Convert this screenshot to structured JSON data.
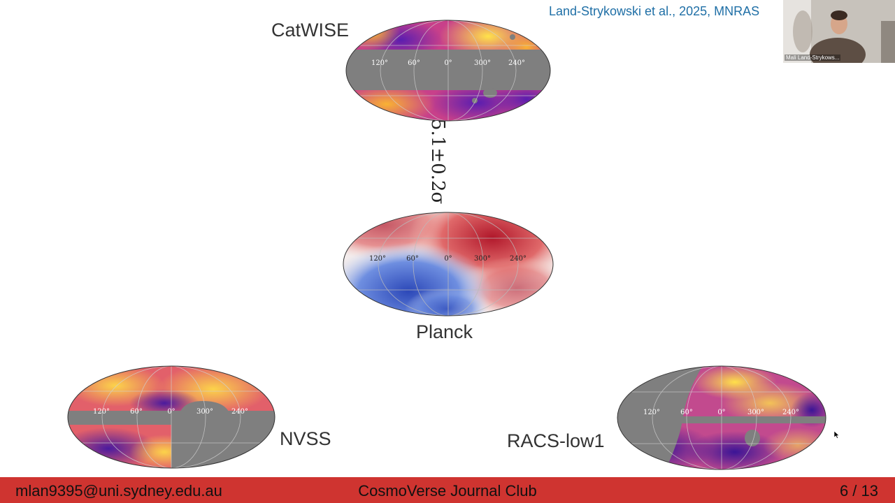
{
  "citation": "Land-Strykowski et al., 2025, MNRAS",
  "maps": {
    "catwise": {
      "label": "CatWISE"
    },
    "planck": {
      "label": "Planck"
    },
    "nvss": {
      "label": "NVSS"
    },
    "racs": {
      "label": "RACS-low1"
    }
  },
  "longitude_ticks": [
    "120°",
    "60°",
    "0°",
    "300°",
    "240°"
  ],
  "significance": "5.1±0.2σ",
  "footer": {
    "email": "mlan9395@uni.sydney.edu.au",
    "event": "CosmoVerse Journal Club",
    "page": "6 / 13"
  },
  "webcam": {
    "name": "Mali Land-Strykows..."
  },
  "colors": {
    "footer_bar": "#cf3430",
    "citation": "#1f6fa6",
    "mask_gray": "#7f7f7f"
  },
  "icons": [
    "cursor-icon"
  ]
}
